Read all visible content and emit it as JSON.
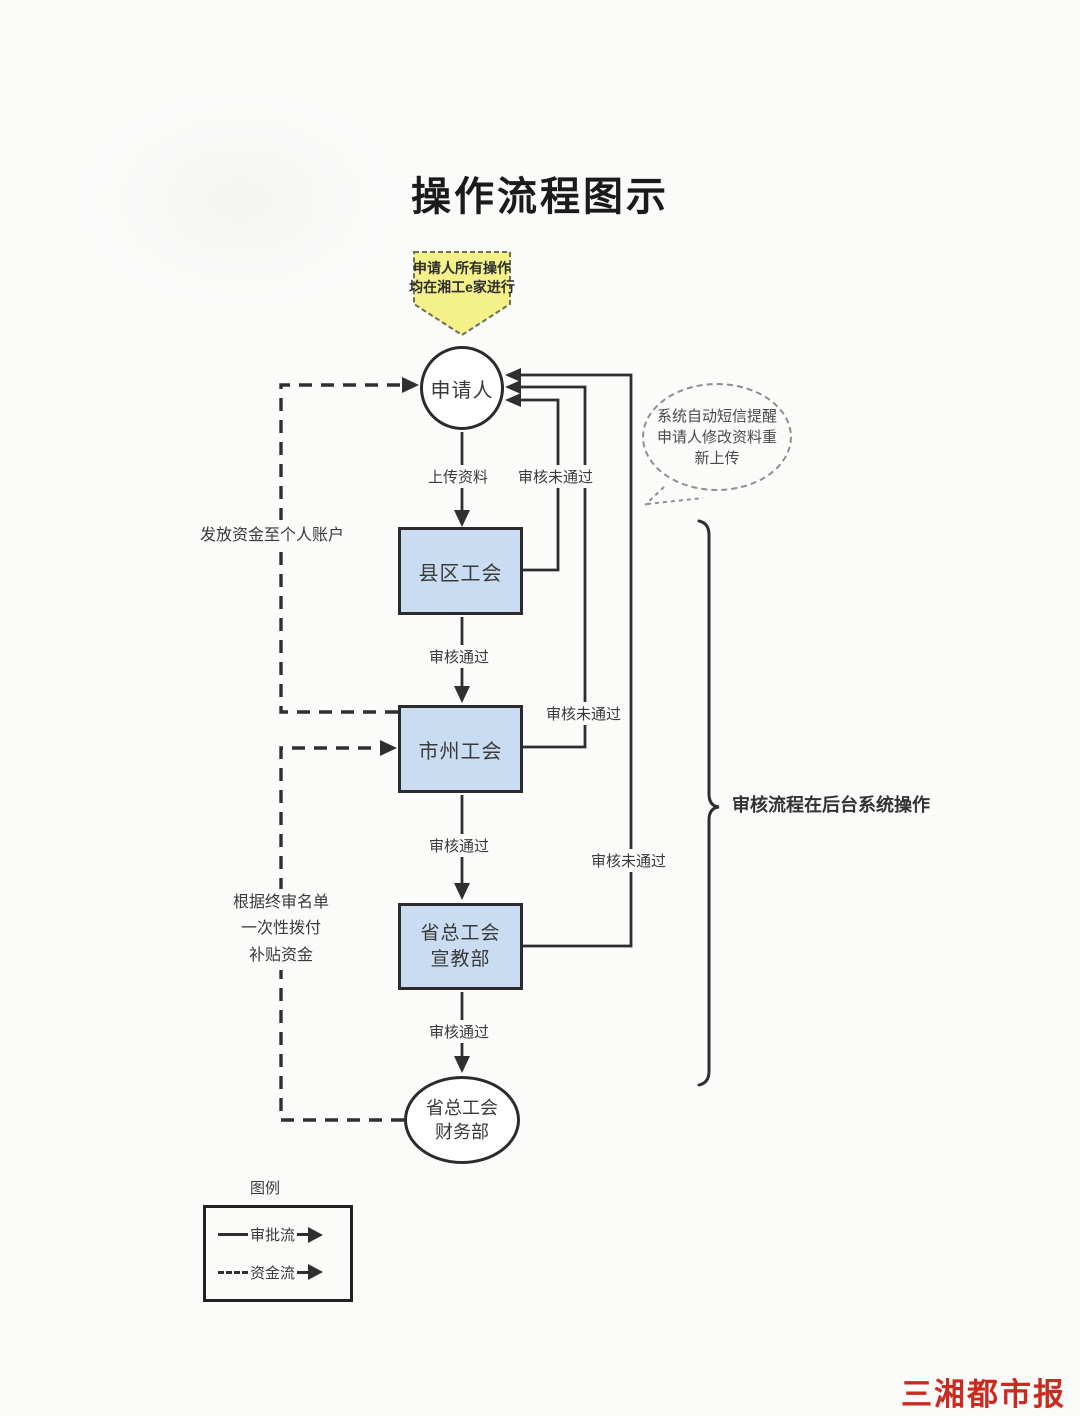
{
  "title": "操作流程图示",
  "banner": {
    "text": "申请人所有操作均在湘工e家进行"
  },
  "callout": {
    "text": "系统自动短信提醒申请人修改资料重新上传"
  },
  "nodes": {
    "applicant": {
      "label": "申请人"
    },
    "county_union": {
      "label": "县区工会"
    },
    "city_union": {
      "label": "市州工会"
    },
    "prov_pub_edu": {
      "label": "省总工会\n宣教部"
    },
    "prov_finance": {
      "label": "省总工会\n财务部"
    }
  },
  "edges": {
    "upload": "上传资料",
    "pass_county": "审核通过",
    "pass_city": "审核通过",
    "pass_prov": "审核通过",
    "fail_county": "审核未通过",
    "fail_city": "审核未通过",
    "fail_prov": "审核未通过",
    "fund_personal": "发放资金至个人账户",
    "fund_allocate": "根据终审名单\n一次性拨付\n补贴资金"
  },
  "brace": {
    "label": "审核流程在后台系统操作"
  },
  "legend": {
    "title": "图例",
    "items": [
      {
        "label": "审批流",
        "style": "solid"
      },
      {
        "label": "资金流",
        "style": "dashed"
      }
    ]
  },
  "watermark": "三湘都市报",
  "colors": {
    "node-fill": "#c9dcf1",
    "node-border": "#2b2b2b",
    "line": "#2f2f2f",
    "banner-fill": "#f4f18b",
    "banner-border": "#6e6e55",
    "callout-border": "#8f8f8f",
    "text-main": "#3a3a3a",
    "logo-red": "#cb2a20",
    "page-bg": "#fbfbfa"
  }
}
